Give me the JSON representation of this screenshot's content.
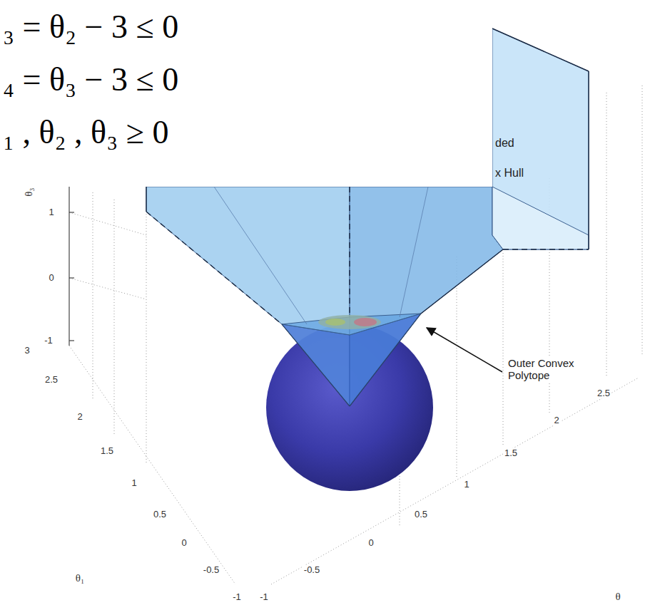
{
  "diagram": {
    "labels": [
      "₃ = θ₂ − 3 ≤ 0",
      "₄ = θ₃ − 3 ≤ 0",
      "₁ , θ₂ , θ₃ ≥ 0",
      "ded",
      "x Hull",
      "θ₃",
      "1",
      "0",
      "-1",
      "3",
      "2.5",
      "2",
      "1.5",
      "1",
      "0.5",
      "0",
      "-0.5",
      "-1",
      "θ₁",
      "-1",
      "-0.5",
      "0",
      "0.5",
      "1",
      "1.5",
      "2",
      "2.5",
      "θ",
      "Outer Convex Polytope"
    ]
  }
}
